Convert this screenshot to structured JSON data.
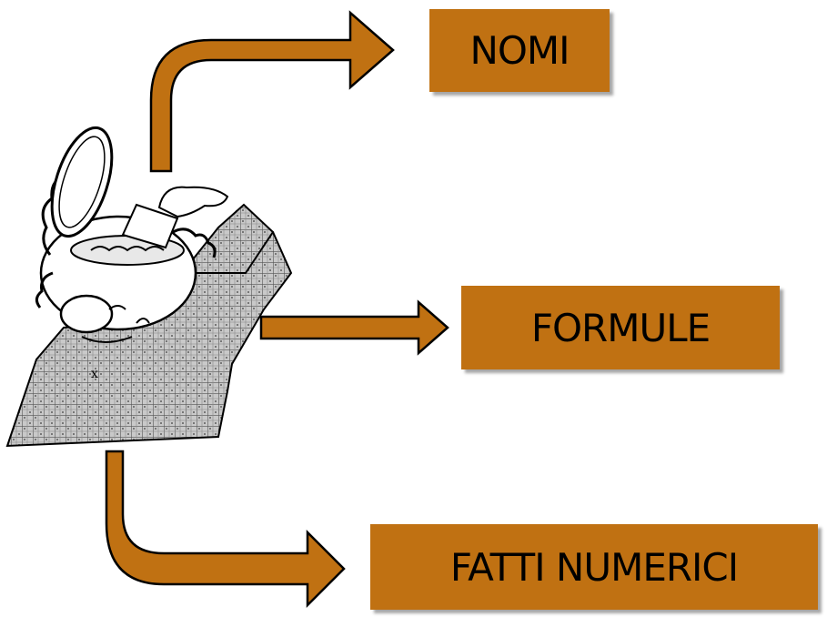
{
  "labels": {
    "nomi": "NOMI",
    "formule": "FORMULE",
    "fatti": "FATTI NUMERICI"
  },
  "colors": {
    "box_fill": "#c07112",
    "arrow_fill": "#c07112",
    "arrow_stroke": "#000000",
    "text": "#000000"
  },
  "icons": {
    "figure": "man-opening-head-icon"
  }
}
